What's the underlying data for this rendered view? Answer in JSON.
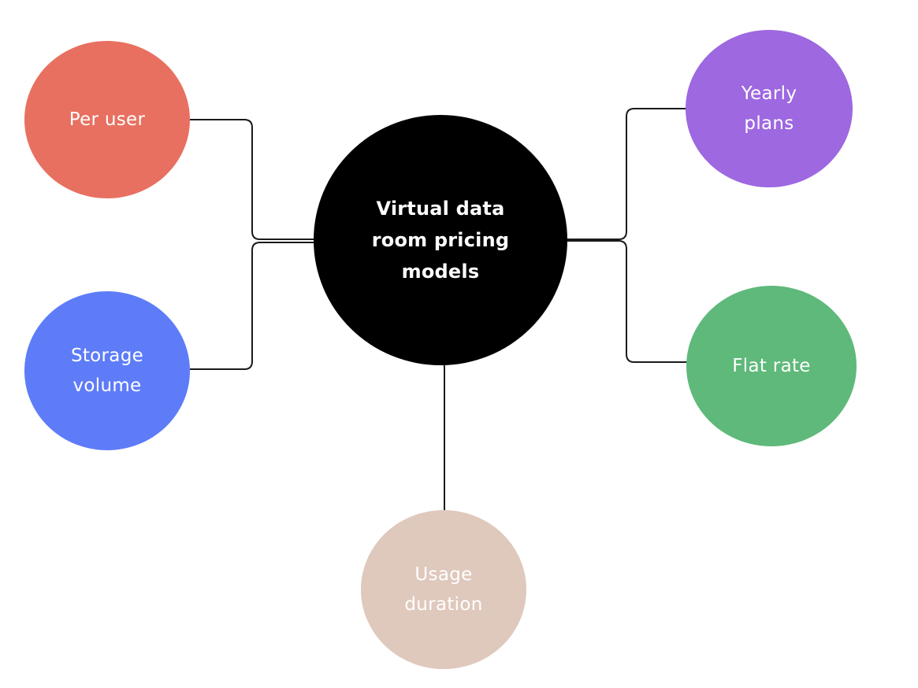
{
  "diagram": {
    "center": {
      "label": "Virtual data\nroom pricing\nmodels",
      "color": "#000000"
    },
    "nodes": {
      "per_user": {
        "label": "Per user",
        "color": "#E87060"
      },
      "storage_volume": {
        "label": "Storage\nvolume",
        "color": "#5E7CF8"
      },
      "yearly_plans": {
        "label": "Yearly\nplans",
        "color": "#9D68E0"
      },
      "flat_rate": {
        "label": "Flat rate",
        "color": "#5FB97B"
      },
      "usage_duration": {
        "label": "Usage\nduration",
        "color": "#DFC8BC"
      }
    },
    "connector_color": "#1a1a1a"
  }
}
